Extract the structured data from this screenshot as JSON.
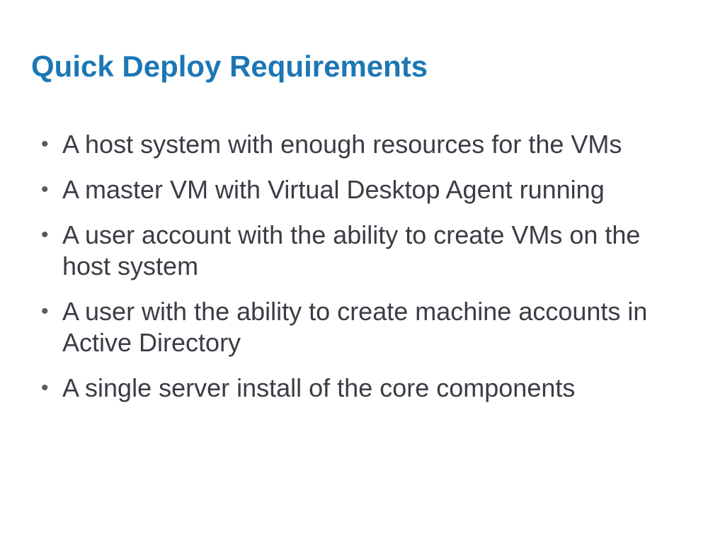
{
  "slide": {
    "title": "Quick Deploy Requirements",
    "bullet_glyph": "•",
    "bullets": [
      {
        "text": "A host system with enough resources for the VMs"
      },
      {
        "text": "A master VM with Virtual Desktop Agent running"
      },
      {
        "text": "A user account with the ability to create VMs on the host system"
      },
      {
        "text": "A user with the ability to create machine accounts in Active Directory"
      },
      {
        "text": "A single server install of the core components"
      }
    ]
  },
  "colors": {
    "title": "#1c77b4",
    "body_text": "#3c3c46",
    "background": "#ffffff"
  }
}
